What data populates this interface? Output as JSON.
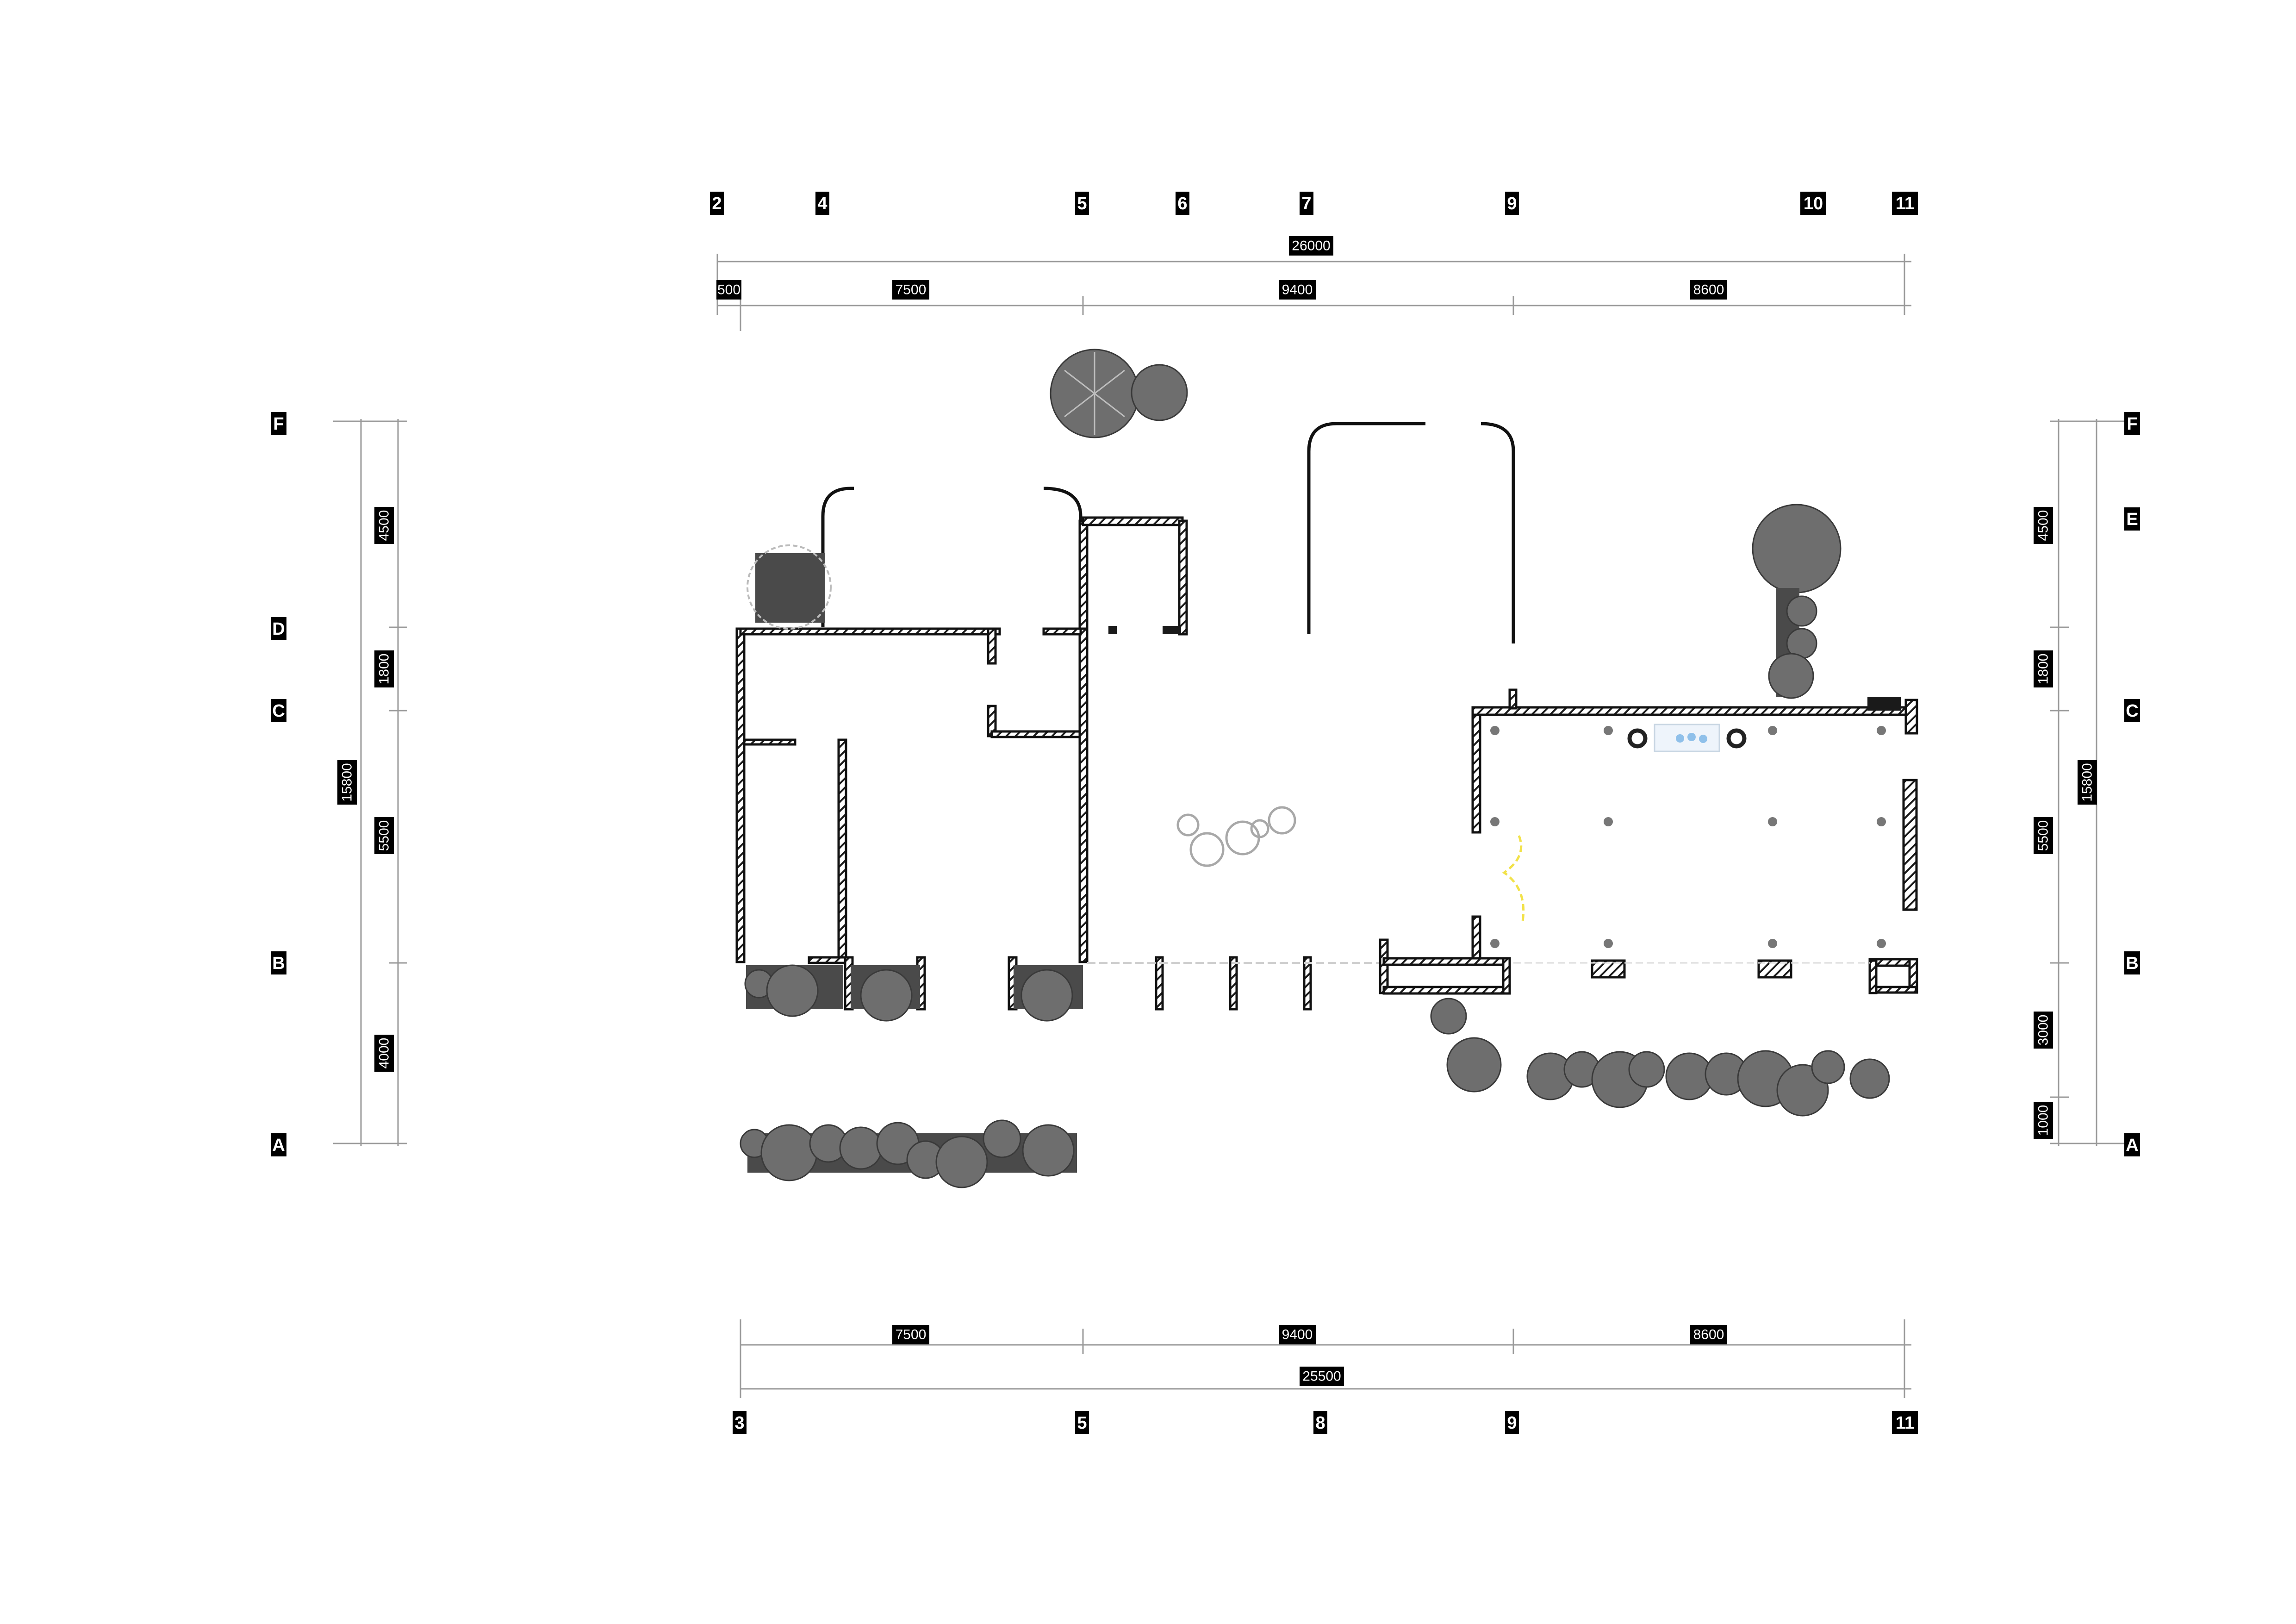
{
  "top_axes": [
    "2",
    "4",
    "5",
    "6",
    "7",
    "9",
    "10",
    "11"
  ],
  "bottom_axes": [
    "3",
    "5",
    "8",
    "9",
    "11"
  ],
  "left_axes": [
    "F",
    "D",
    "C",
    "B",
    "A"
  ],
  "right_axes": [
    "F",
    "E",
    "C",
    "B",
    "A"
  ],
  "dims": {
    "top_total": "26000",
    "top_seg_500": "500",
    "top_seg_7500": "7500",
    "top_seg_9400": "9400",
    "top_seg_8600": "8600",
    "bottom_seg_7500": "7500",
    "bottom_seg_9400": "9400",
    "bottom_seg_8600": "8600",
    "bottom_total": "25500",
    "left_4500": "4500",
    "left_1800": "1800",
    "left_5500": "5500",
    "left_4000": "4000",
    "left_total": "15800",
    "right_4500": "4500",
    "right_1800": "1800",
    "right_5500": "5500",
    "right_3000": "3000",
    "right_1000": "1000",
    "right_total": "15800"
  },
  "colors": {
    "wall": "#1a1a1a",
    "planting": "#6e6e6e",
    "dimension": "#9a9a9a",
    "door_swing": "#f2e24a"
  }
}
